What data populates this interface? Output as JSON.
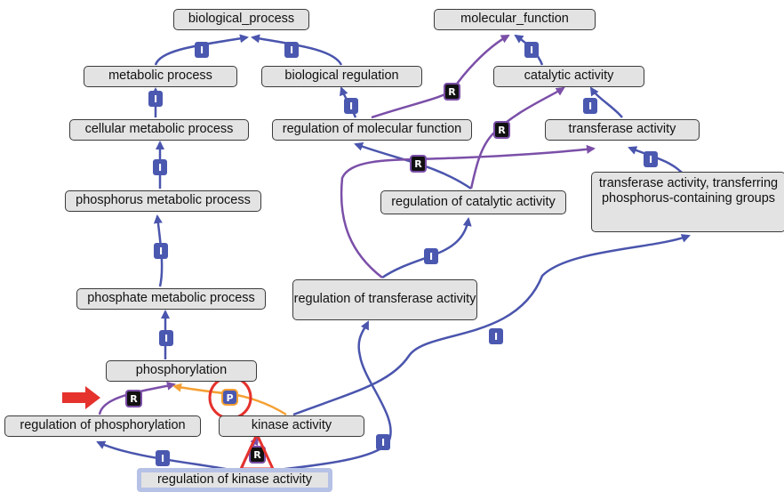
{
  "nodes": {
    "biological_process": "biological_process",
    "molecular_function": "molecular_function",
    "metabolic_process": "metabolic process",
    "biological_regulation": "biological regulation",
    "catalytic_activity": "catalytic activity",
    "cellular_metabolic_process": "cellular metabolic process",
    "regulation_of_molecular_function": "regulation of molecular function",
    "transferase_activity": "transferase activity",
    "phosphorus_metabolic_process": "phosphorus metabolic process",
    "regulation_of_catalytic_activity": "regulation of catalytic activity",
    "transferase_activity_phosphorus": "transferase activity, transferring phosphorus-containing groups",
    "phosphate_metabolic_process": "phosphate metabolic process",
    "regulation_of_transferase_activity": "regulation of transferase activity",
    "phosphorylation": "phosphorylation",
    "regulation_of_phosphorylation": "regulation of phosphorylation",
    "kinase_activity": "kinase activity",
    "regulation_of_kinase_activity": "regulation of kinase activity"
  },
  "edge_labels": {
    "is_a": "I",
    "regulates": "R",
    "part_of": "P"
  },
  "colors": {
    "is_a_edge": "#4a55ad",
    "regulates_edge": "#7b4fa8",
    "part_of_edge": "#f5a033",
    "is_a_badge": "#4a58b0",
    "regulates_badge": "#111111",
    "part_of_badge": "#4a58b0",
    "annotation_red": "#e5322d",
    "node_fill": "#e3e3e3",
    "highlight_border": "#b6c1e6"
  }
}
